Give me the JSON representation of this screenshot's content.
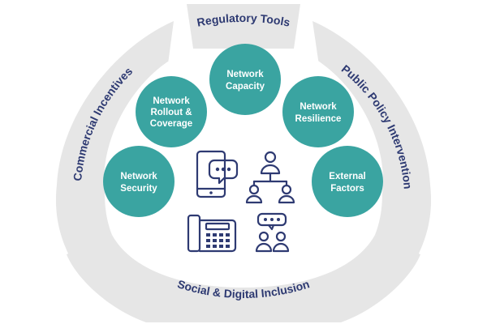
{
  "diagram": {
    "ring_segments": [
      {
        "id": "regulatory",
        "label": "Regulatory Tools"
      },
      {
        "id": "public-policy",
        "label": "Public Policy Intervention"
      },
      {
        "id": "social",
        "label": "Social & Digital Inclusion"
      },
      {
        "id": "commercial",
        "label": "Commercial Incentives"
      }
    ],
    "nodes": [
      {
        "id": "network-security",
        "lines": [
          "Network",
          "Security"
        ]
      },
      {
        "id": "network-rollout",
        "lines": [
          "Network",
          "Rollout &",
          "Coverage"
        ]
      },
      {
        "id": "network-capacity",
        "lines": [
          "Network",
          "Capacity"
        ]
      },
      {
        "id": "network-resilience",
        "lines": [
          "Network",
          "Resilience"
        ]
      },
      {
        "id": "external-factors",
        "lines": [
          "External",
          "Factors"
        ]
      }
    ],
    "icons": [
      "smartphone-chat-icon",
      "org-chart-people-icon",
      "desk-phone-icon",
      "people-chat-icon"
    ],
    "colors": {
      "ring": "#e6e6e6",
      "node": "#3aa4a1",
      "text_dark": "#2e3a72",
      "node_text": "#ffffff"
    }
  }
}
